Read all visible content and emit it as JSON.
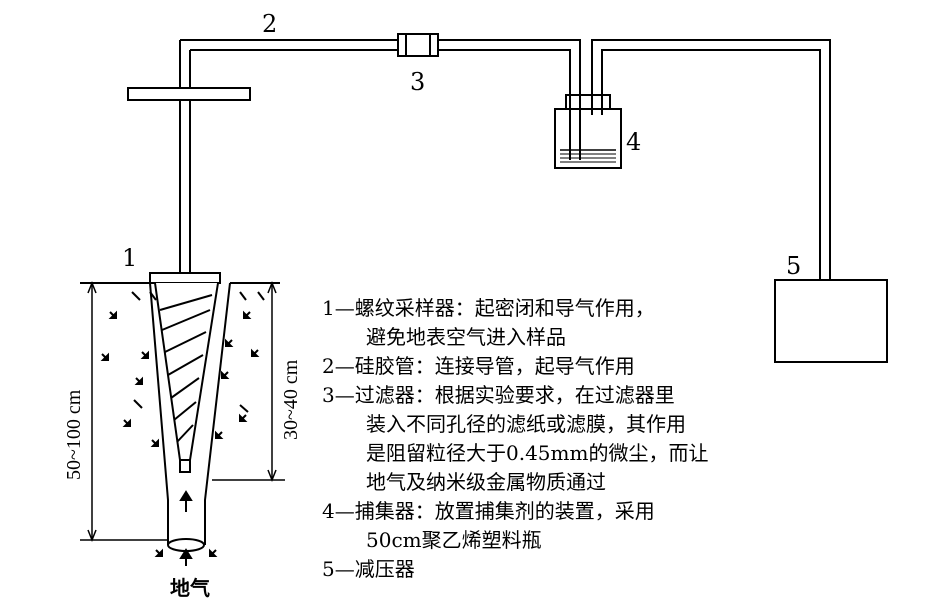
{
  "labels": {
    "n1": "1",
    "n2": "2",
    "n3": "3",
    "n4": "4",
    "n5": "5"
  },
  "dimensions": {
    "outer_depth": "50~100 cm",
    "inner_depth": "30~40 cm"
  },
  "ground_gas_label": "地气",
  "legend": {
    "item1_line1": "1—螺纹采样器：起密闭和导气作用，",
    "item1_line2": "避免地表空气进入样品",
    "item2_line1": "2—硅胶管：连接导管，起导气作用",
    "item3_line1": "3—过滤器：根据实验要求，在过滤器里",
    "item3_line2": "装入不同孔径的滤纸或滤膜，其作用",
    "item3_line3": "是阻留粒径大于0.45mm的微尘，而让",
    "item3_line4": "地气及纳米级金属物质通过",
    "item4_line1": "4—捕集器：放置捕集剂的装置，采用",
    "item4_line2": "50cm聚乙烯塑料瓶",
    "item5_line1": "5—减压器"
  },
  "colors": {
    "line": "#000000",
    "background": "#ffffff"
  }
}
